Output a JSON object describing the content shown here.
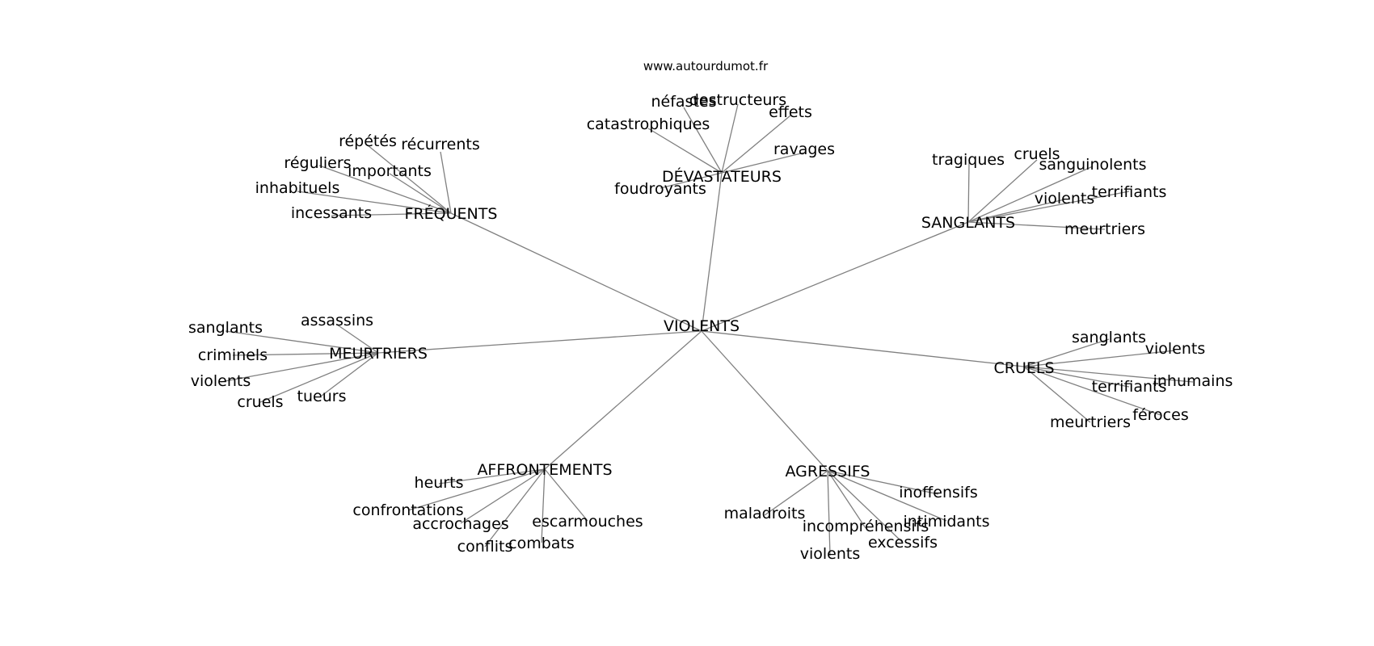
{
  "watermark": "www.autourdumot.fr",
  "graph": {
    "center": "VIOLENTS",
    "groups": [
      {
        "id": "frequents",
        "label": "FRÉQUENTS",
        "leaves": [
          "répétés",
          "récurrents",
          "réguliers",
          "importants",
          "inhabituels",
          "incessants"
        ]
      },
      {
        "id": "devastateurs",
        "label": "DÉVASTATEURS",
        "leaves": [
          "néfastes",
          "destructeurs",
          "effets",
          "catastrophiques",
          "ravages",
          "foudroyants"
        ]
      },
      {
        "id": "sanglants",
        "label": "SANGLANTS",
        "leaves": [
          "tragiques",
          "cruels",
          "sanguinolents",
          "violents",
          "terrifiants",
          "meurtriers"
        ]
      },
      {
        "id": "meurtriers",
        "label": "MEURTRIERS",
        "leaves": [
          "assassins",
          "sanglants",
          "criminels",
          "violents",
          "cruels",
          "tueurs"
        ]
      },
      {
        "id": "cruels",
        "label": "CRUELS",
        "leaves": [
          "sanglants",
          "violents",
          "inhumains",
          "terrifiants",
          "féroces",
          "meurtriers"
        ]
      },
      {
        "id": "affrontements",
        "label": "AFFRONTEMENTS",
        "leaves": [
          "heurts",
          "confrontations",
          "accrochages",
          "escarmouches",
          "combats",
          "conflits"
        ]
      },
      {
        "id": "agressifs",
        "label": "AGRESSIFS",
        "leaves": [
          "inoffensifs",
          "maladroits",
          "incompréhensifs",
          "intimidants",
          "excessifs",
          "violents"
        ]
      }
    ]
  }
}
